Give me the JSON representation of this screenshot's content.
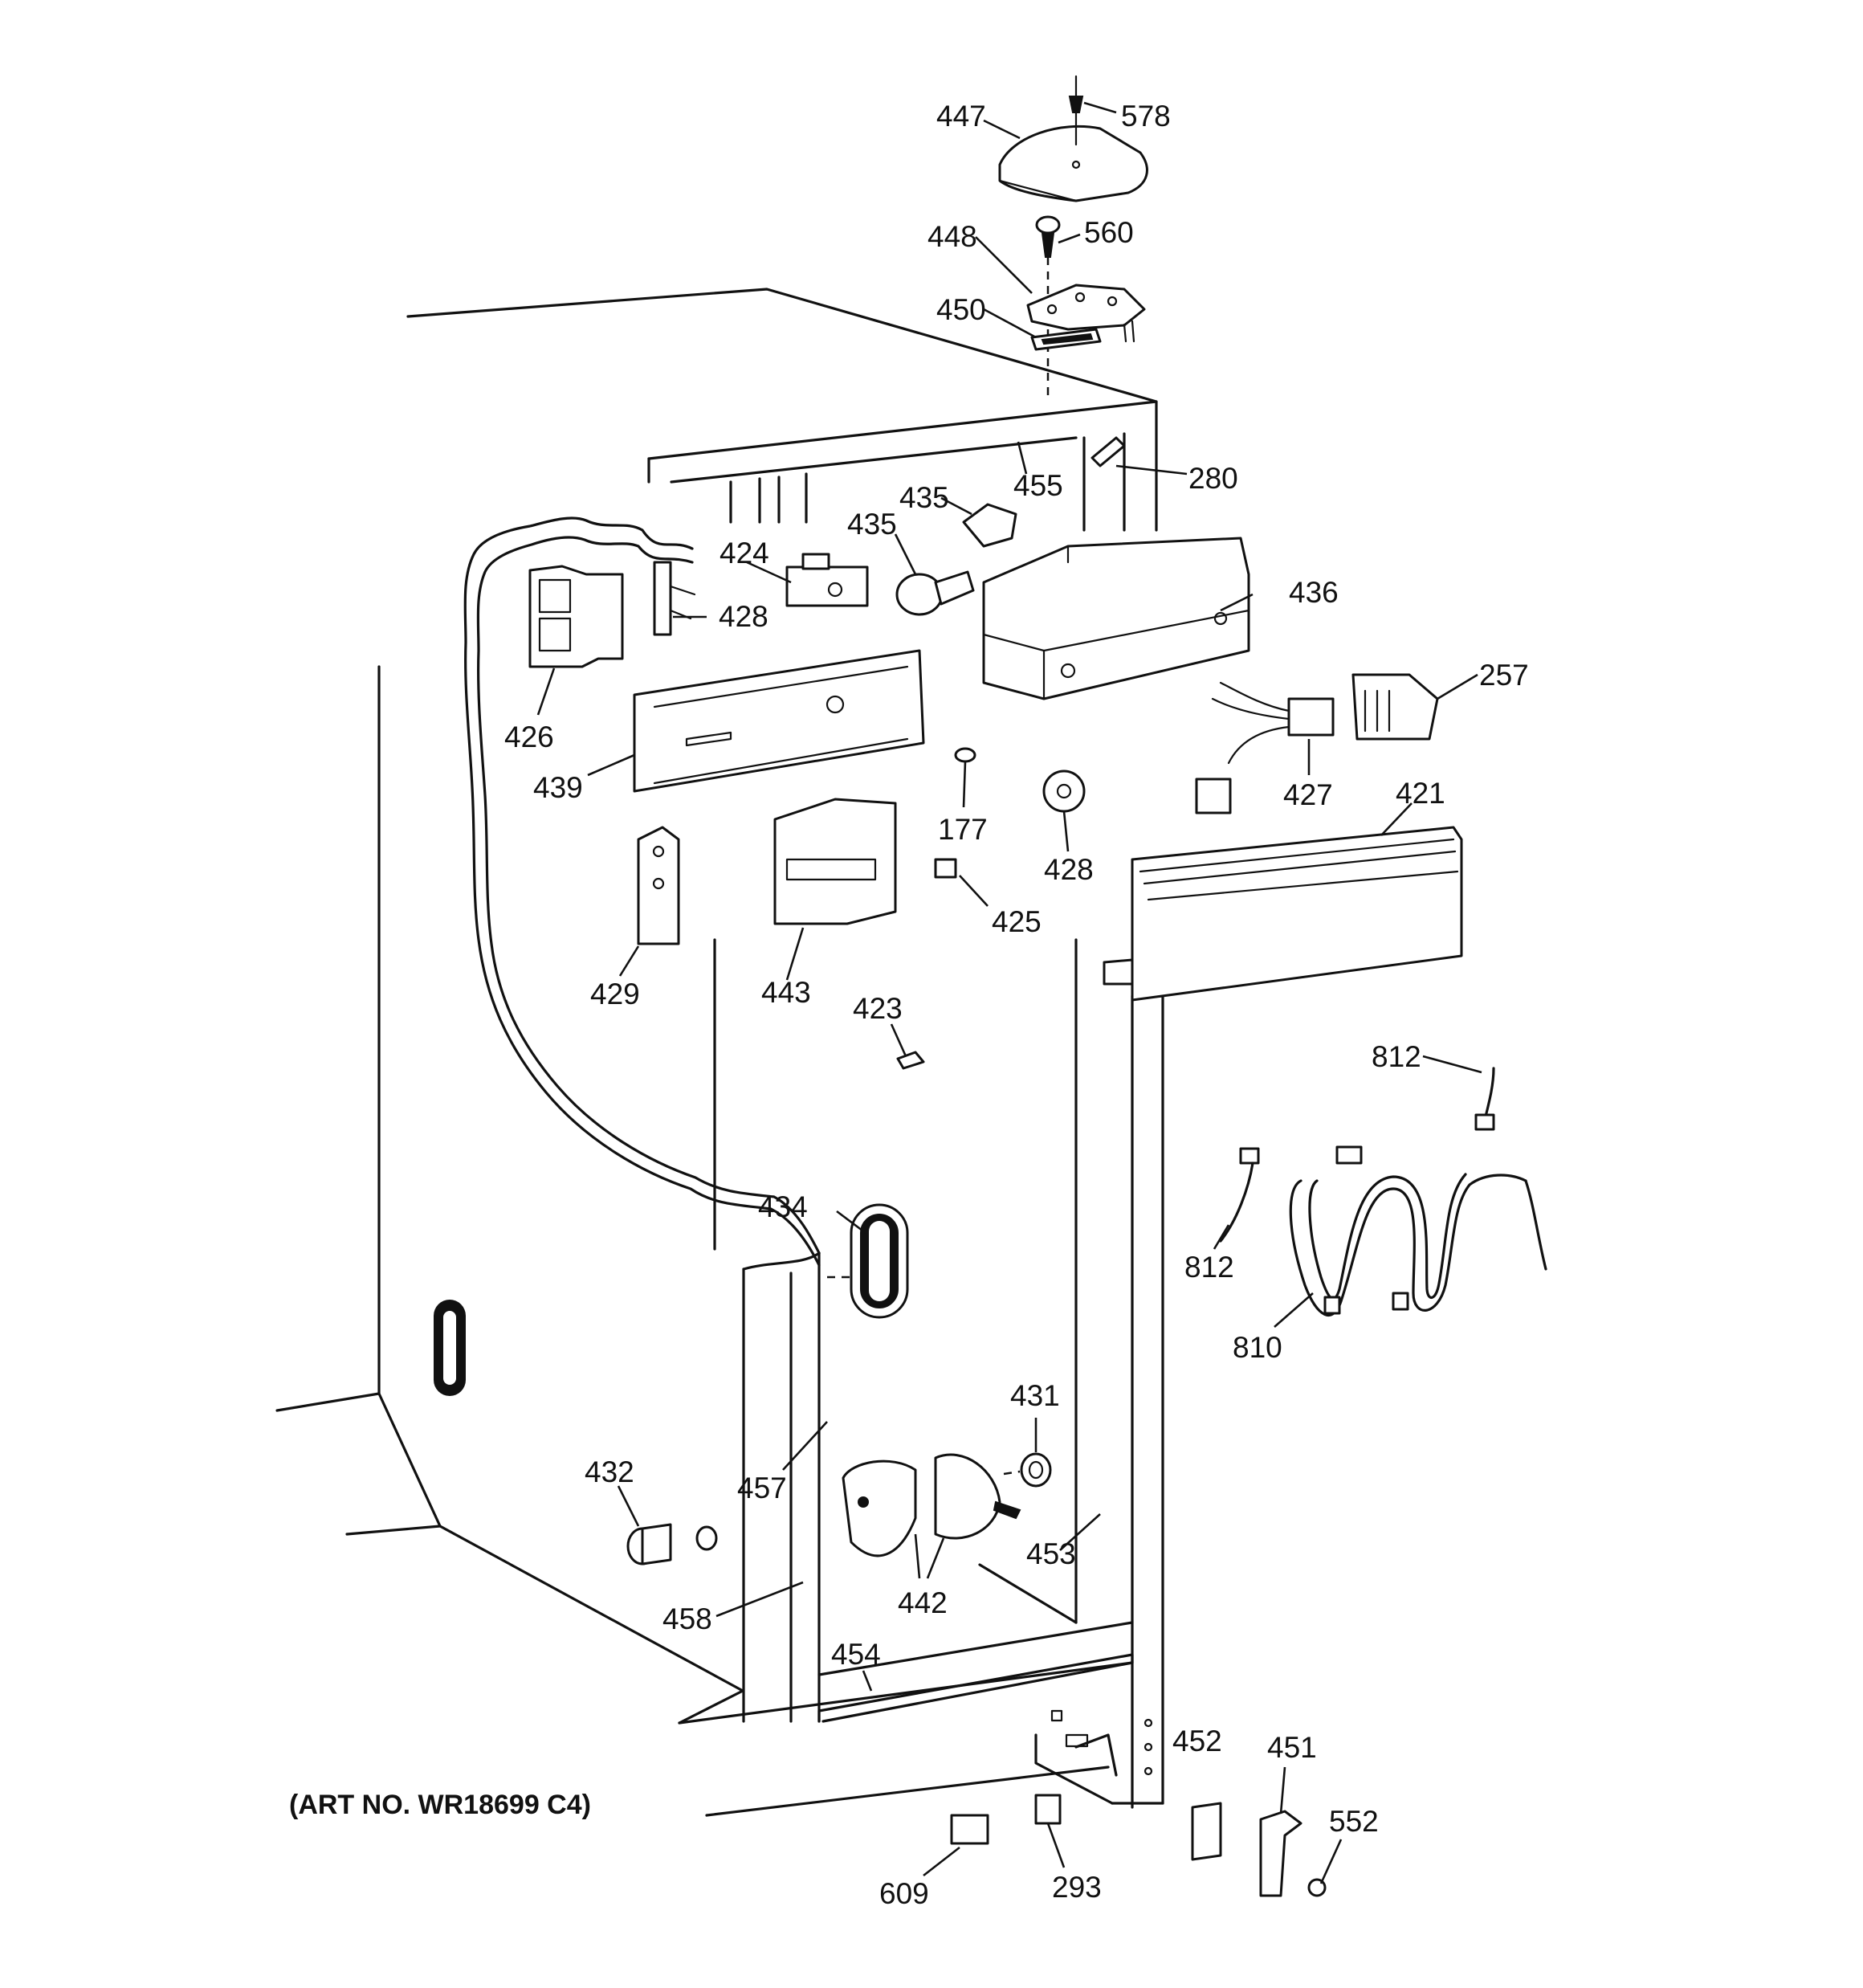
{
  "diagram": {
    "art_number": "(ART NO. WR18699 C4)",
    "callouts": [
      {
        "id": "c578",
        "label": "578"
      },
      {
        "id": "c447",
        "label": "447"
      },
      {
        "id": "c448",
        "label": "448"
      },
      {
        "id": "c560",
        "label": "560"
      },
      {
        "id": "c450",
        "label": "450"
      },
      {
        "id": "c280",
        "label": "280"
      },
      {
        "id": "c455",
        "label": "455"
      },
      {
        "id": "c435a",
        "label": "435"
      },
      {
        "id": "c435b",
        "label": "435"
      },
      {
        "id": "c424",
        "label": "424"
      },
      {
        "id": "c428a",
        "label": "428"
      },
      {
        "id": "c436",
        "label": "436"
      },
      {
        "id": "c426",
        "label": "426"
      },
      {
        "id": "c439",
        "label": "439"
      },
      {
        "id": "c257",
        "label": "257"
      },
      {
        "id": "c177",
        "label": "177"
      },
      {
        "id": "c427",
        "label": "427"
      },
      {
        "id": "c421",
        "label": "421"
      },
      {
        "id": "c428b",
        "label": "428"
      },
      {
        "id": "c425",
        "label": "425"
      },
      {
        "id": "c429",
        "label": "429"
      },
      {
        "id": "c443",
        "label": "443"
      },
      {
        "id": "c423",
        "label": "423"
      },
      {
        "id": "c812a",
        "label": "812"
      },
      {
        "id": "c434",
        "label": "434"
      },
      {
        "id": "c812b",
        "label": "812"
      },
      {
        "id": "c810",
        "label": "810"
      },
      {
        "id": "c431",
        "label": "431"
      },
      {
        "id": "c432",
        "label": "432"
      },
      {
        "id": "c457",
        "label": "457"
      },
      {
        "id": "c453",
        "label": "453"
      },
      {
        "id": "c458",
        "label": "458"
      },
      {
        "id": "c442",
        "label": "442"
      },
      {
        "id": "c454",
        "label": "454"
      },
      {
        "id": "c452",
        "label": "452"
      },
      {
        "id": "c451",
        "label": "451"
      },
      {
        "id": "c552",
        "label": "552"
      },
      {
        "id": "c609",
        "label": "609"
      },
      {
        "id": "c293",
        "label": "293"
      }
    ]
  }
}
